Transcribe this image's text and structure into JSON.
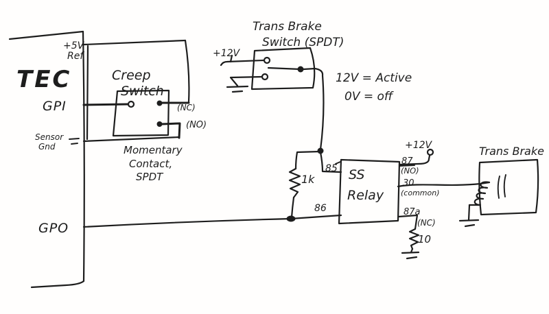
{
  "colors": {
    "ink": "#1d1d1d",
    "paper": "#fffefd"
  },
  "tec": {
    "name": "TEC",
    "pin_5v_l1": "+5V",
    "pin_5v_l2": "Ref",
    "pin_gpi": "GPI",
    "pin_sensor_l1": "Sensor",
    "pin_sensor_l2": "Gnd",
    "pin_gpo": "GPO"
  },
  "creep_switch": {
    "title_l1": "Creep",
    "title_l2": "Switch",
    "contact_nc": "(NC)",
    "contact_no": "(NO)",
    "type_l1": "Momentary",
    "type_l2": "Contact,",
    "type_l3": "SPDT"
  },
  "brake_switch": {
    "title_l1": "Trans Brake",
    "title_l2": "Switch (SPDT)",
    "supply": "+12V"
  },
  "notes": {
    "l1": "12V = Active",
    "l2": "0V = off"
  },
  "components": {
    "r1": "1k",
    "r2": "10"
  },
  "relay": {
    "title_l1": "SS",
    "title_l2": "Relay",
    "pin85": "85",
    "pin86": "86",
    "pin87": "87",
    "pin87_type": "(NO)",
    "pin87_supply": "+12V",
    "pin30": "30",
    "pin30_type": "(common)",
    "pin87a": "87a",
    "pin87a_type": "(NC)"
  },
  "trans_brake": {
    "title": "Trans Brake"
  }
}
